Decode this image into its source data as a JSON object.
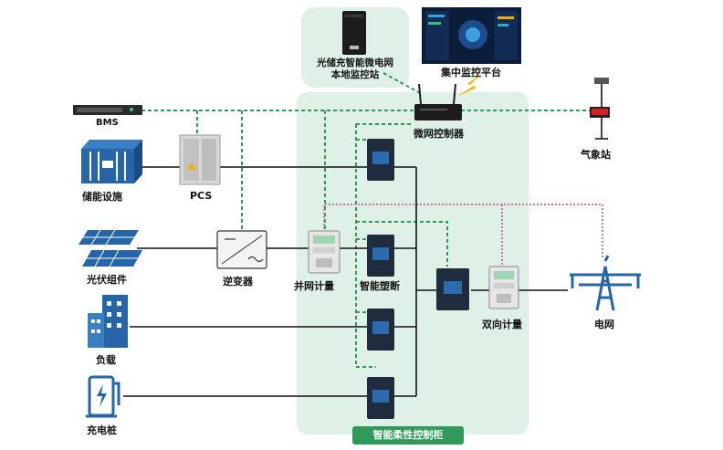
{
  "labels": {
    "local_station": "光储充智能微电网\n本地监控站",
    "central_platform": "集中监控平台",
    "bms": "BMS",
    "microgrid_controller": "微网控制器",
    "weather_station": "气象站",
    "storage": "储能设施",
    "pcs": "PCS",
    "pv": "光伏组件",
    "inverter": "逆变器",
    "grid_meter": "并网计量",
    "smart_breaker": "智能塑断",
    "load": "负载",
    "bidirectional_meter": "双向计量",
    "grid": "电网",
    "charging_pile": "充电桩",
    "cabinet": "智能柔性控制柜"
  },
  "colors": {
    "panel_bg": "#dff1e6",
    "comm_line": "#2f9a5a",
    "grid_comm_line": "#c77aa6",
    "power_line": "#111111",
    "icon_blue": "#2565a8",
    "cabinet_label_bg": "#2f9a5a",
    "lightning": "#f2b100"
  },
  "icons": {
    "local_station": "server-tower-icon",
    "central_platform": "monitor-dashboard-icon",
    "bms": "rack-device-icon",
    "microgrid_controller": "router-icon",
    "weather_station": "weather-station-icon",
    "storage": "container-icon",
    "pcs": "pcs-cabinet-icon",
    "pv": "solar-panel-icon",
    "inverter": "inverter-icon",
    "meter": "energy-meter-icon",
    "breaker": "breaker-icon",
    "load": "building-icon",
    "grid": "transmission-tower-icon",
    "charging_pile": "charging-pile-icon"
  }
}
